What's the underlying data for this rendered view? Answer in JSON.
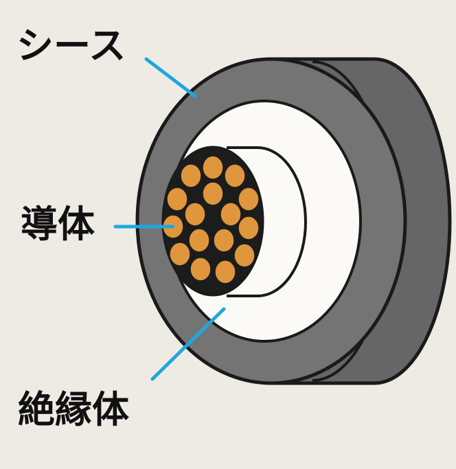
{
  "labels": {
    "sheath": "シース",
    "conductor": "導体",
    "insulator": "絶縁体"
  },
  "colors": {
    "background": "#eeebe5",
    "sheath": "#6f6f6f",
    "sheath_side": "#666666",
    "outline": "#1a1a1a",
    "insulator": "#fbfaf6",
    "conductor_bundle": "#1c1c1c",
    "strand": "#e0963c",
    "leader": "#1ea7e0"
  },
  "icons": {
    "sheath": "cable-sheath-ring",
    "insulator": "insulation-layer",
    "conductor": "copper-strand-bundle"
  }
}
